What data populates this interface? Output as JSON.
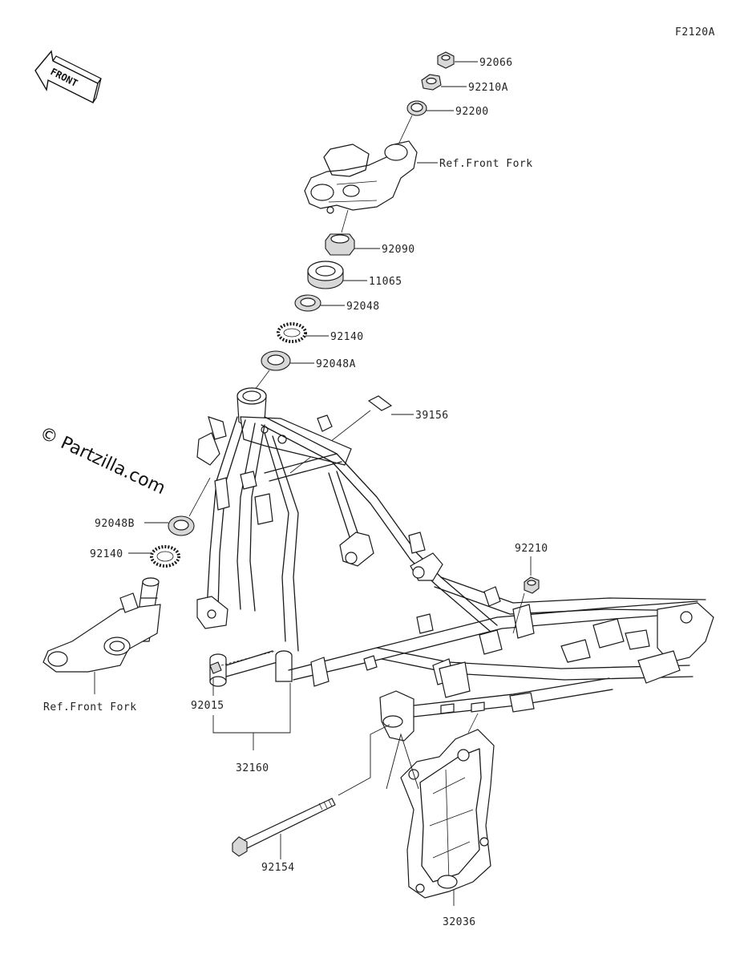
{
  "diagram_code": "F2120A",
  "front_label": "FRONT",
  "watermark": "© Partzilla.com",
  "parts": {
    "p92066": "92066",
    "p92210A": "92210A",
    "p92200": "92200",
    "ref_top": "Ref.Front Fork",
    "p92090": "92090",
    "p11065": "11065",
    "p92048": "92048",
    "p92140_top": "92140",
    "p92048A": "92048A",
    "p39156": "39156",
    "p92048B": "92048B",
    "p92140_left": "92140",
    "ref_bottom": "Ref.Front Fork",
    "p92210": "92210",
    "p92015": "92015",
    "p32160": "32160",
    "p92154": "92154",
    "p32036": "32036"
  }
}
